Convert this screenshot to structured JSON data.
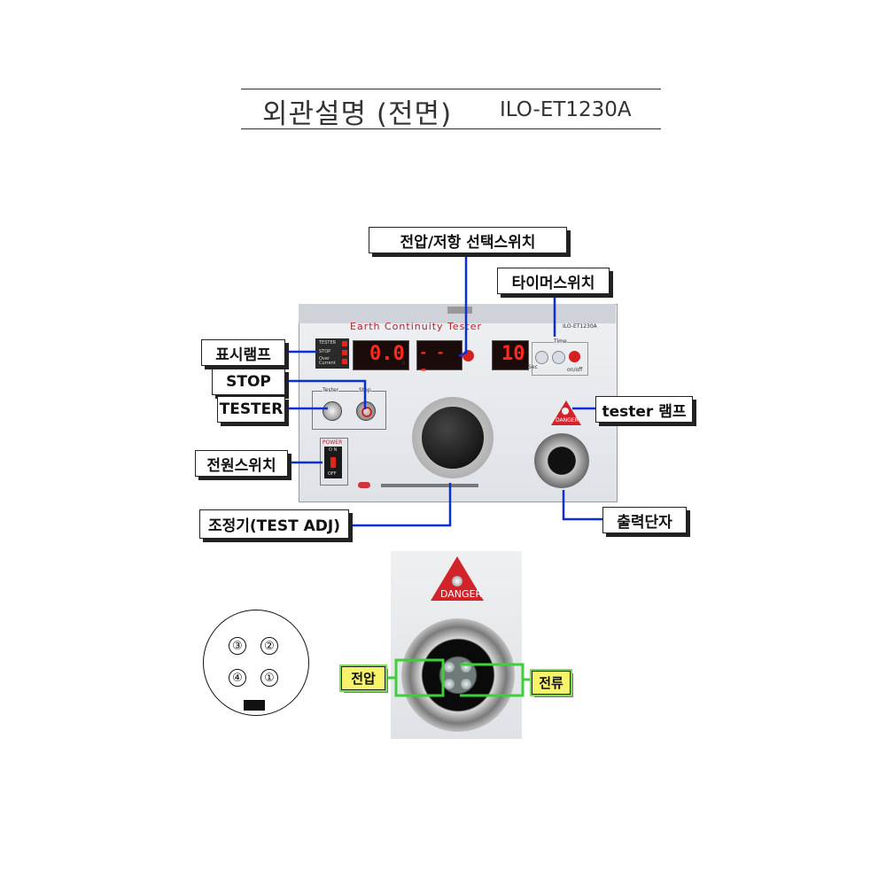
{
  "title": {
    "main": "외관설명 (전면)",
    "model": "ILO-ET1230A"
  },
  "callouts": {
    "voltage_resistance_switch": "전압/저항 선택스위치",
    "timer_switch": "타이머스위치",
    "indicator_lamp": "표시램프",
    "stop": "STOP",
    "tester": "TESTER",
    "tester_lamp": "tester 램프",
    "power_switch": "전원스위치",
    "adjuster": "조정기(TEST ADJ)",
    "output_terminal": "출력단자"
  },
  "device": {
    "title": "Earth Continuity Tester",
    "model": "ILO-ET1230A",
    "display_current": "0.0",
    "display_unit": "A",
    "display_mid": "- - -",
    "display_timer": "10",
    "time_label": "Time",
    "sec_label": "Sec",
    "onoff_label": "on/off",
    "tester_label": "Tester",
    "stop_label": "Stop",
    "power_label": "POWER",
    "on_label": "O N",
    "off_label": "OFF",
    "danger_label": "DANGER",
    "led_labels": [
      "TESTER",
      "STOP",
      "Over Current"
    ]
  },
  "pinout": {
    "pins": [
      "③",
      "②",
      "④",
      "①"
    ]
  },
  "photo": {
    "danger_label": "DANGER"
  },
  "connector_labels": {
    "voltage": "전압",
    "current": "전류"
  },
  "colors": {
    "leader_line": "#0b2fd6",
    "green_box": "#3fcf3a",
    "label_fill": "#f7f36a",
    "danger_red": "#d2232a",
    "display_red": "#ff2a1a"
  }
}
